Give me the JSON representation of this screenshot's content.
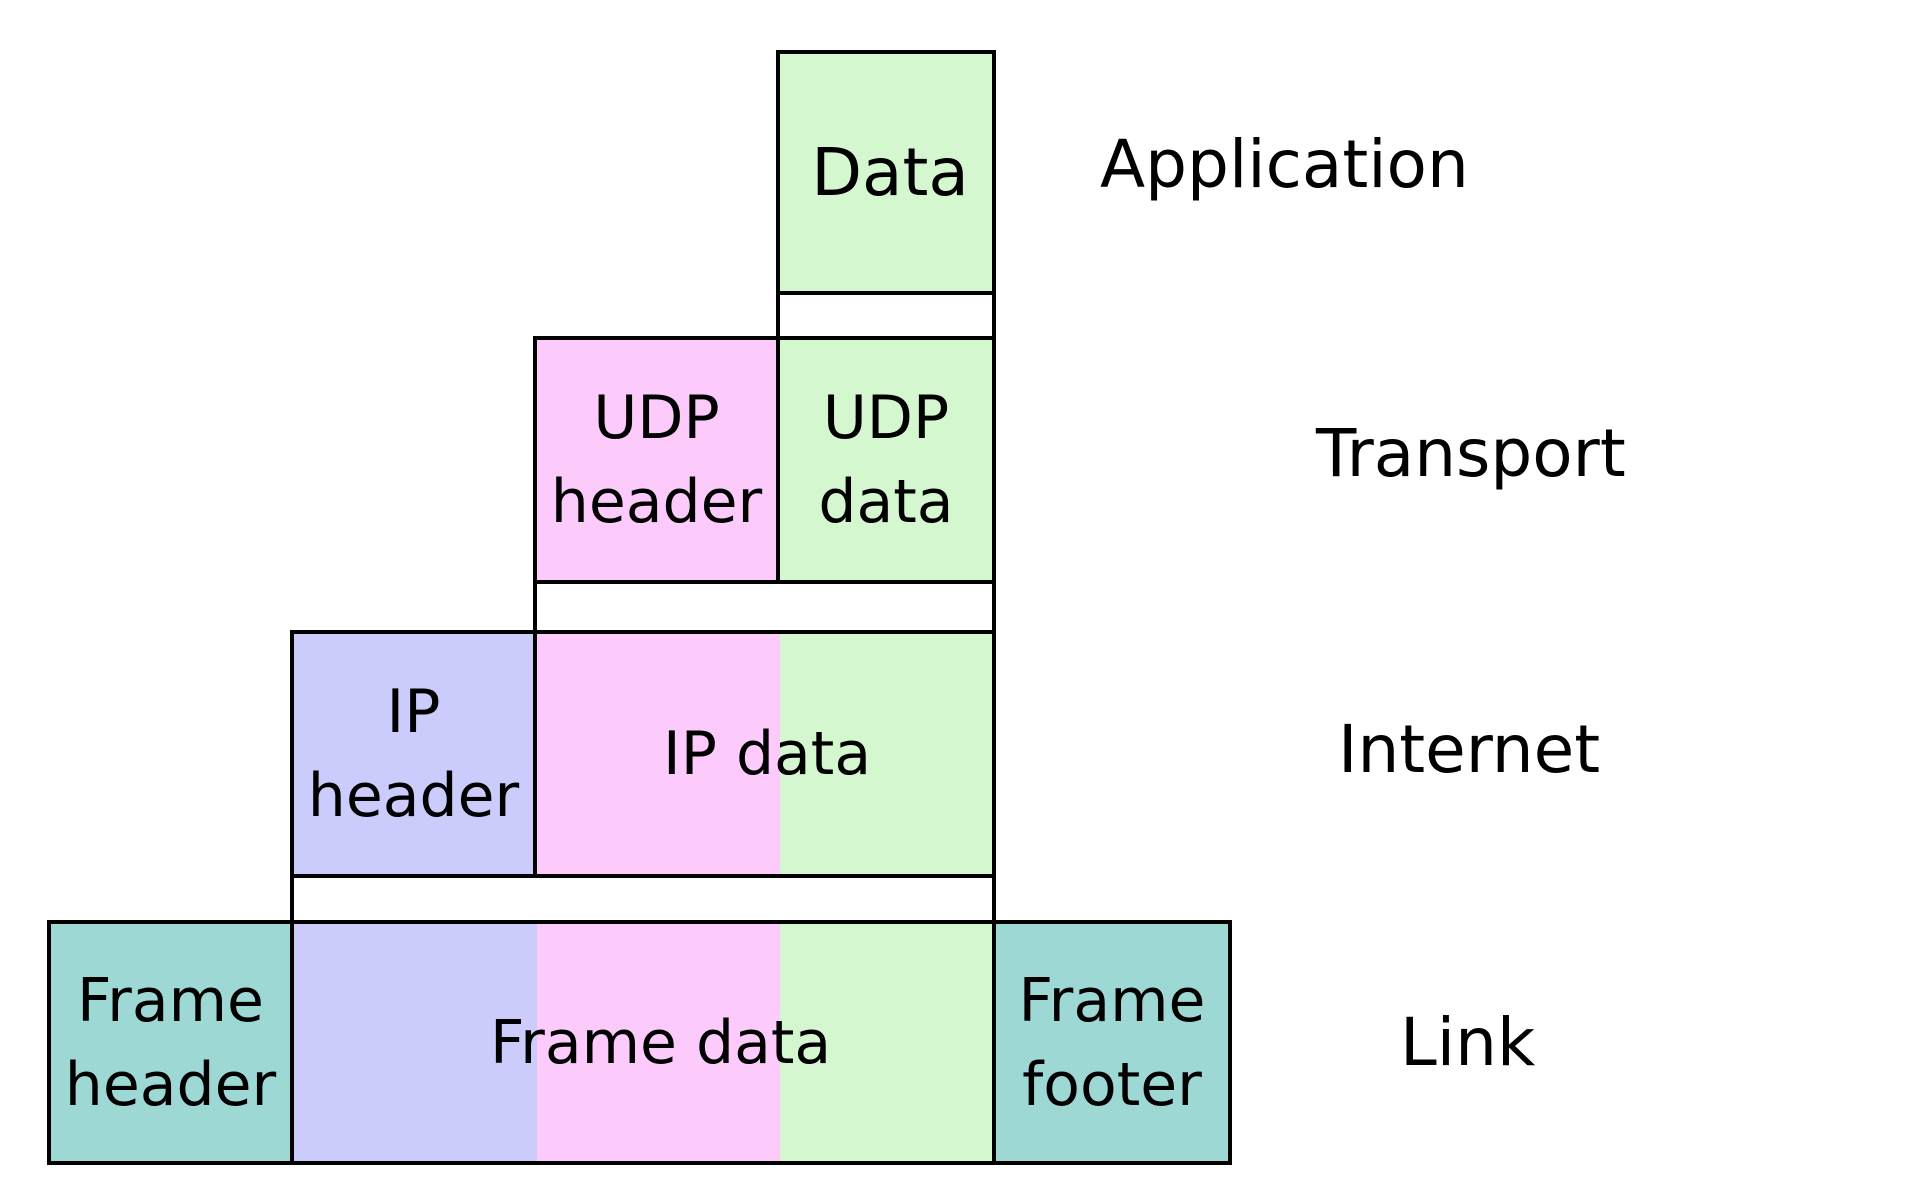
{
  "colors": {
    "data": "#d5f7cf",
    "udp_header": "#fccbfc",
    "ip_header": "#cbcbfc",
    "frame": "#9dd8d5",
    "border": "#000000",
    "background": "#ffffff"
  },
  "application": {
    "data_label": "Data",
    "layer_label": "Application"
  },
  "transport": {
    "udp_header_label": "UDP\nheader",
    "udp_data_label": "UDP\ndata",
    "layer_label": "Transport"
  },
  "internet": {
    "ip_header_label": "IP\nheader",
    "ip_data_label": "IP data",
    "layer_label": "Internet"
  },
  "link": {
    "frame_header_label": "Frame\nheader",
    "frame_data_label": "Frame data",
    "frame_footer_label": "Frame\nfooter",
    "layer_label": "Link"
  }
}
